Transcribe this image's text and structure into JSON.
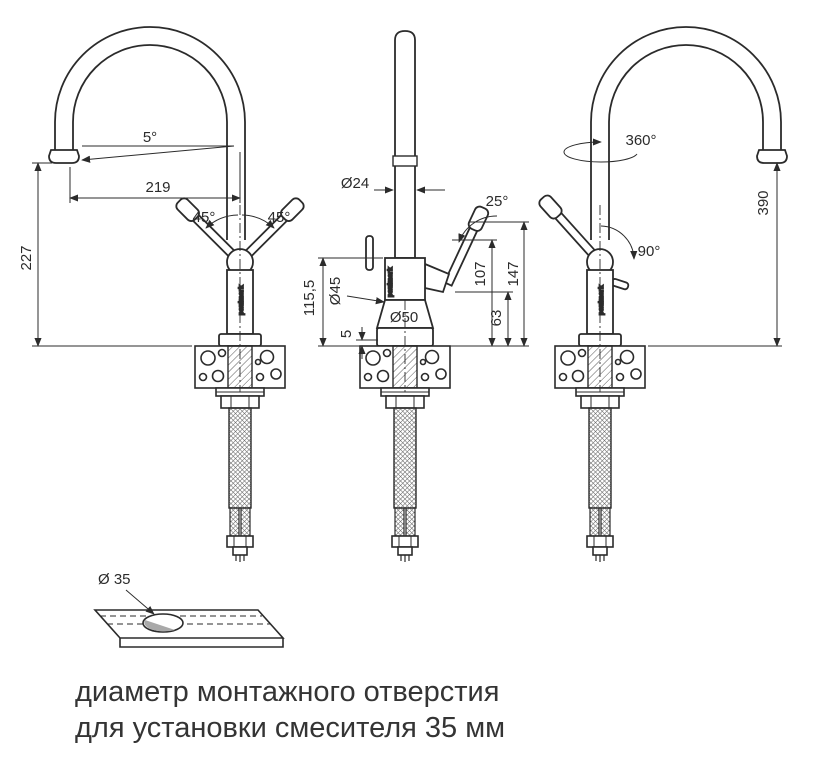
{
  "page": {
    "background": "#ffffff",
    "line_color": "#2b2b2b"
  },
  "brand": {
    "label": "paulmark"
  },
  "left_view": {
    "spout_angle": "5°",
    "reach": "219",
    "handle_angle_left": "45°",
    "handle_angle_right": "45°",
    "spout_height": "227"
  },
  "center_view": {
    "pipe_diameter": "Ø24",
    "handle_angle": "25°",
    "body_height": "115,5",
    "body_diameter": "Ø45",
    "base_plate_height": "5",
    "base_diameter": "Ø50",
    "h107": "107",
    "h147": "147",
    "h63": "63"
  },
  "right_view": {
    "swivel_angle": "360°",
    "total_height": "390",
    "handle_swing": "90°"
  },
  "hole_view": {
    "diameter": "Ø 35"
  },
  "caption": {
    "line1": "диаметр монтажного отверстия",
    "line2": "для установки смесителя 35 мм"
  }
}
